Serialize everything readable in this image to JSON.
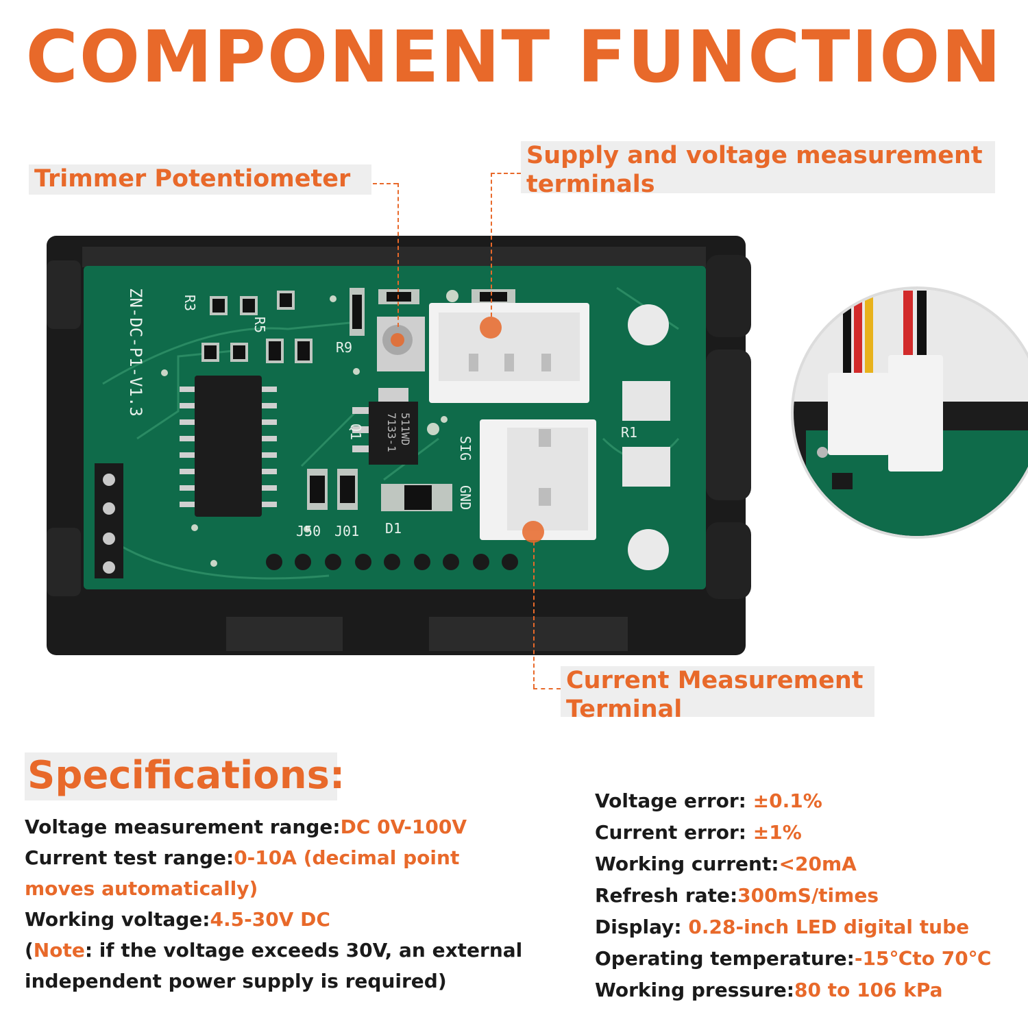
{
  "title": "COMPONENT FUNCTION",
  "callouts": {
    "trimmer": "Trimmer Potentiometer",
    "supply_line1": "Supply and voltage measurement",
    "supply_line2": "terminals",
    "current_line1": "Current Measurement",
    "current_line2": "Terminal"
  },
  "board_labels": {
    "model": "ZN-DC-P1-V1.3",
    "r3": "R3",
    "r5": "R5",
    "r9": "R9",
    "r1": "R1",
    "q1": "Q1",
    "d1": "D1",
    "j50": "J50",
    "j01": "J01",
    "sig": "SIG",
    "gnd": "GND",
    "chip": "7133-1",
    "chip2": "511WD"
  },
  "specifications": {
    "heading": "Specifications:",
    "left": [
      {
        "label": "Voltage measurement range:",
        "value": "DC 0V-100V"
      },
      {
        "label": "Current test range:",
        "value": "0-10A (decimal point",
        "value2": "moves automatically)"
      },
      {
        "label": "Working voltage:",
        "value": "4.5-30V DC"
      }
    ],
    "note": {
      "open": "(",
      "word": "Note",
      "text": ": if the voltage exceeds 30V, an external",
      "text2": "independent power supply is required)"
    },
    "right": [
      {
        "label": "Voltage error: ",
        "value": "±0.1%"
      },
      {
        "label": "Current error: ",
        "value": "±1%"
      },
      {
        "label": "Working current:",
        "value": "<20mA"
      },
      {
        "label": "Refresh rate:",
        "value": "300mS/times"
      },
      {
        "label": "Display: ",
        "value": "0.28-inch LED digital tube"
      },
      {
        "label": "Operating temperature:",
        "value": "-15℃to 70℃"
      },
      {
        "label": "Working pressure:",
        "value": "80 to 106 kPa"
      }
    ]
  },
  "colors": {
    "accent": "#e8692a",
    "pcb": "#0f6b4a",
    "housing": "#1b1b1b",
    "connector": "#f2f2f2"
  }
}
